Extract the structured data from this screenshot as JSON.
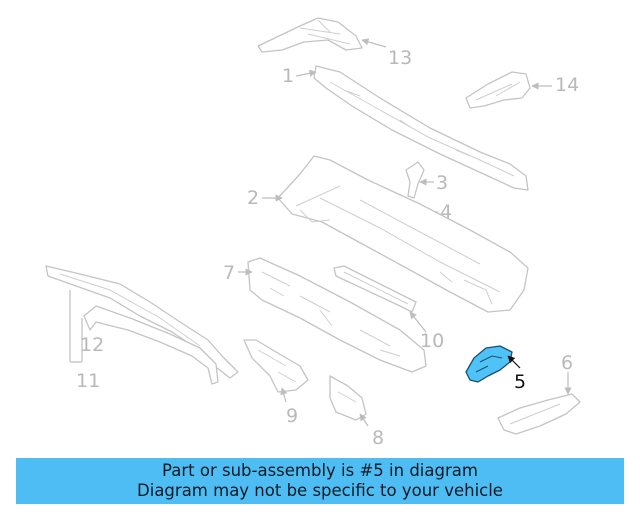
{
  "callouts": {
    "c1": "1",
    "c2": "2",
    "c3": "3",
    "c4": "4",
    "c5": "5",
    "c6": "6",
    "c7": "7",
    "c8": "8",
    "c9": "9",
    "c10": "10",
    "c11": "11",
    "c12": "12",
    "c13": "13",
    "c14": "14"
  },
  "highlighted_part": "5",
  "colors": {
    "highlight": "#4fc3f7",
    "banner": "#4dbdf3",
    "outline": "#c4c4c4"
  },
  "banner": {
    "line1": "Part or sub-assembly is #5 in diagram",
    "line2": "Diagram may not be specific to your vehicle"
  }
}
